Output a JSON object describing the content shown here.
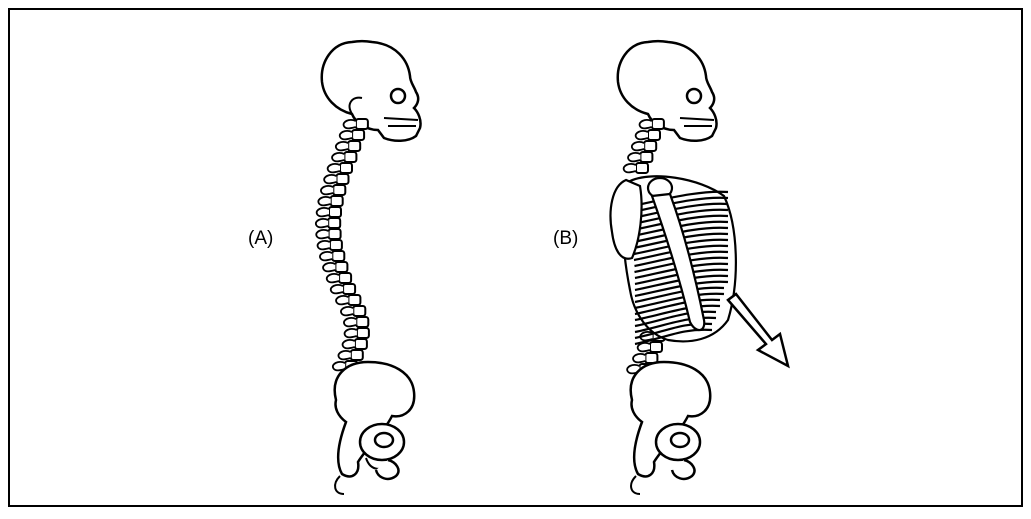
{
  "figure": {
    "panels": [
      {
        "label": "(A)",
        "content": "skeleton-spine-only"
      },
      {
        "label": "(B)",
        "content": "skeleton-with-ribcage"
      }
    ],
    "arrow": {
      "icon": "arrow-down-right-icon"
    }
  },
  "colors": {
    "ink": "#000000",
    "background": "#ffffff"
  }
}
